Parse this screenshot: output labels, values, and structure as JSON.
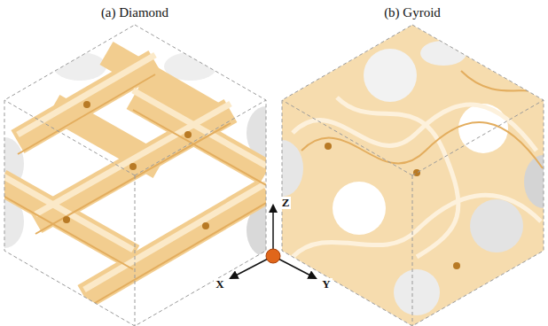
{
  "diagram": {
    "labels": [
      "(a) Diamond",
      "(b) Gyroid",
      "Z",
      "X",
      "Y"
    ]
  }
}
